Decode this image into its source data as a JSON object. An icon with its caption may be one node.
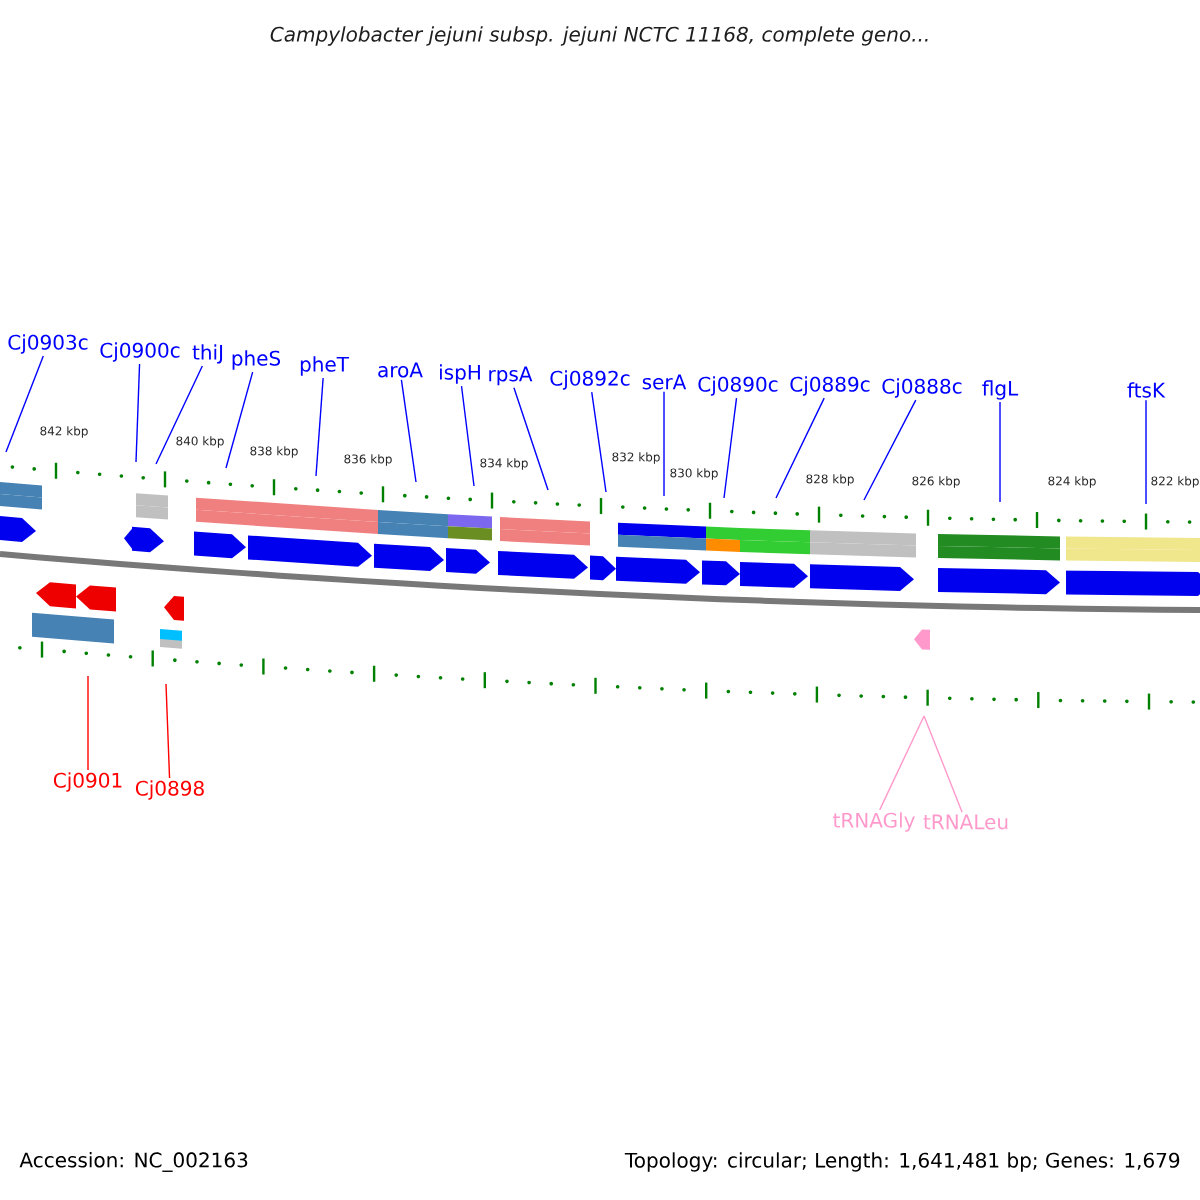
{
  "diagram": {
    "title": "Campylobacter jejuni subsp. jejuni NCTC 11168, complete geno...",
    "nodes": [
      {
        "text": [
          "Cj0903c"
        ]
      },
      {
        "text": [
          "Cj0900c"
        ]
      },
      {
        "text": [
          "thiJ"
        ]
      },
      {
        "text": [
          "pheS"
        ]
      },
      {
        "text": [
          "pheT"
        ]
      },
      {
        "text": [
          "aroA"
        ]
      },
      {
        "text": [
          "ispH"
        ]
      },
      {
        "text": [
          "rpsA"
        ]
      },
      {
        "text": [
          "Cj0892c"
        ]
      },
      {
        "text": [
          "serA"
        ]
      },
      {
        "text": [
          "Cj0890c"
        ]
      },
      {
        "text": [
          "Cj0889c"
        ]
      },
      {
        "text": [
          "Cj0888c"
        ]
      },
      {
        "text": [
          "flgL"
        ]
      },
      {
        "text": [
          "ftsK"
        ]
      },
      {
        "text": [
          "Cj0901"
        ]
      },
      {
        "text": [
          "Cj0898"
        ]
      },
      {
        "text": [
          "tRNAGly"
        ]
      },
      {
        "text": [
          "tRNALeu"
        ]
      }
    ],
    "edges": [
      {
        "from": 0,
        "to": null,
        "arrow": "none"
      },
      {
        "from": 1,
        "to": null,
        "arrow": "none"
      },
      {
        "from": 2,
        "to": null,
        "arrow": "none"
      },
      {
        "from": 3,
        "to": null,
        "arrow": "none"
      },
      {
        "from": 4,
        "to": null,
        "arrow": "none"
      },
      {
        "from": 5,
        "to": null,
        "arrow": "none"
      },
      {
        "from": 6,
        "to": null,
        "arrow": "none"
      },
      {
        "from": 7,
        "to": null,
        "arrow": "none"
      },
      {
        "from": 8,
        "to": null,
        "arrow": "none"
      },
      {
        "from": 9,
        "to": null,
        "arrow": "none"
      },
      {
        "from": 10,
        "to": null,
        "arrow": "none"
      },
      {
        "from": 11,
        "to": null,
        "arrow": "none"
      },
      {
        "from": 12,
        "to": null,
        "arrow": "none"
      },
      {
        "from": 13,
        "to": null,
        "arrow": "none"
      },
      {
        "from": 14,
        "to": null,
        "arrow": "none"
      },
      {
        "from": 15,
        "to": null,
        "arrow": "none",
        "color": "#ff0000"
      },
      {
        "from": 16,
        "to": null,
        "arrow": "none",
        "color": "#ff0000"
      },
      {
        "from": 17,
        "to": null,
        "arrow": "none",
        "color": "#ff99cc"
      },
      {
        "from": 18,
        "to": null,
        "arrow": "none",
        "color": "#ff99cc"
      }
    ],
    "labels": [
      "842 kbp",
      "840 kbp",
      "838 kbp",
      "836 kbp",
      "834 kbp",
      "832 kbp",
      "830 kbp",
      "828 kbp",
      "826 kbp",
      "824 kbp",
      "822 kbp",
      "Accession: NC_002163",
      "Topology: circular; Length: 1,641,481 bp; Genes: 1,679"
    ]
  }
}
